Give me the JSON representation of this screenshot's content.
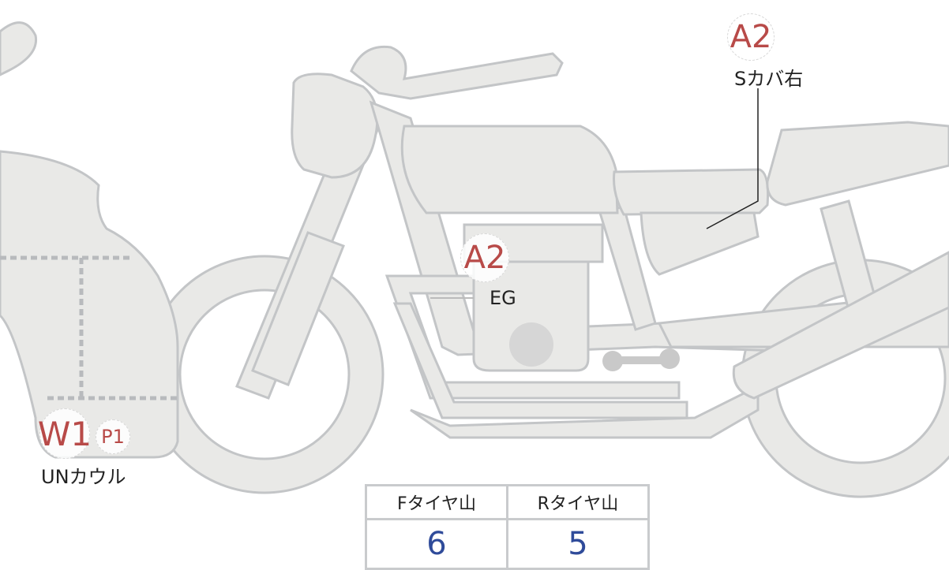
{
  "markers": [
    {
      "code": "A2",
      "part": "Sカバ右"
    },
    {
      "code": "A2",
      "part": "EG"
    },
    {
      "code": "W1",
      "sub_code": "P1",
      "part": "UNカウル"
    }
  ],
  "tire_table": {
    "headers": [
      "Fタイヤ山",
      "Rタイヤ山"
    ],
    "values": [
      "6",
      "5"
    ]
  },
  "colors": {
    "marker_text": "#b84a48",
    "value_text": "#2f4b9a",
    "part_fill": "#e9e9e7"
  }
}
